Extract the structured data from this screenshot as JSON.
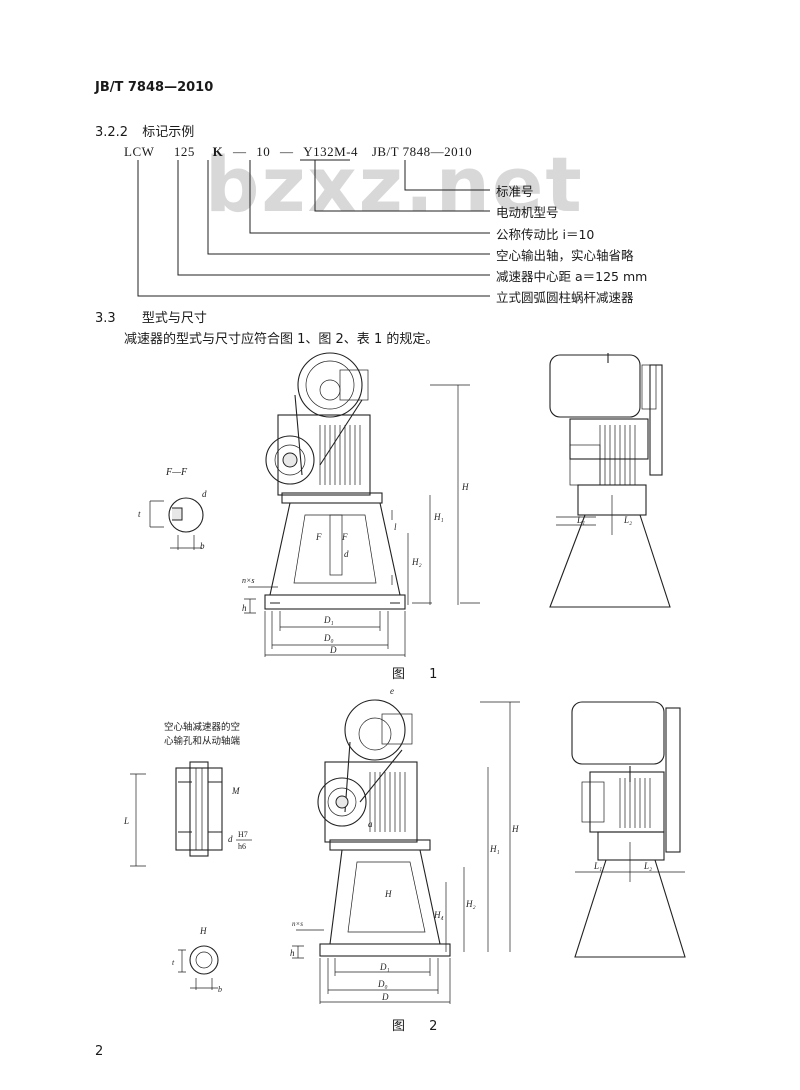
{
  "header": {
    "standard_no": "JB/T 7848—2010"
  },
  "watermark": "bzxz.net",
  "sections": {
    "s322": {
      "number": "3.2.2",
      "title": "标记示例"
    },
    "s33": {
      "number": "3.3",
      "title": "型式与尺寸",
      "text": "减速器的型式与尺寸应符合图 1、图 2、表 1 的规定。"
    }
  },
  "designation": {
    "parts": [
      "LCW",
      "125",
      "K",
      "—",
      "10",
      "—",
      "Y132M-4",
      "JB/T 7848—2010"
    ],
    "legend": [
      "标准号",
      "电动机型号",
      "公称传动比 i＝10",
      "空心输出轴，实心轴省略",
      "减速器中心距 a＝125 mm",
      "立式圆弧圆柱蜗杆减速器"
    ]
  },
  "figure1": {
    "caption": "图 1",
    "labels": {
      "section": "F—F",
      "d": "d",
      "t": "t",
      "b": "b",
      "H": "H",
      "H1": "H₁",
      "H2": "H₂",
      "L1": "L₁",
      "L2": "L₂",
      "D": "D",
      "D0": "D₀",
      "D1": "D₁",
      "n_s": "n×s",
      "h": "h",
      "F": "F",
      "l": "l",
      "d_shaft": "d"
    }
  },
  "figure2": {
    "caption": "图 2",
    "note_line1": "空心轴减速器的空",
    "note_line2": "心输孔和从动轴端",
    "labels": {
      "M": "M",
      "L": "L",
      "fit_num": "H7",
      "fit_den": "h6",
      "d": "d",
      "e": "e",
      "H": "H",
      "H1": "H₁",
      "H2": "H₂",
      "H4": "H₄",
      "L1": "L₁",
      "L2": "L₂",
      "D": "D",
      "D0": "D₀",
      "D1": "D₁",
      "n_s": "n×s",
      "h": "h",
      "a": "a",
      "t": "t",
      "b": "b",
      "Hsec": "H"
    }
  },
  "page_number": "2"
}
